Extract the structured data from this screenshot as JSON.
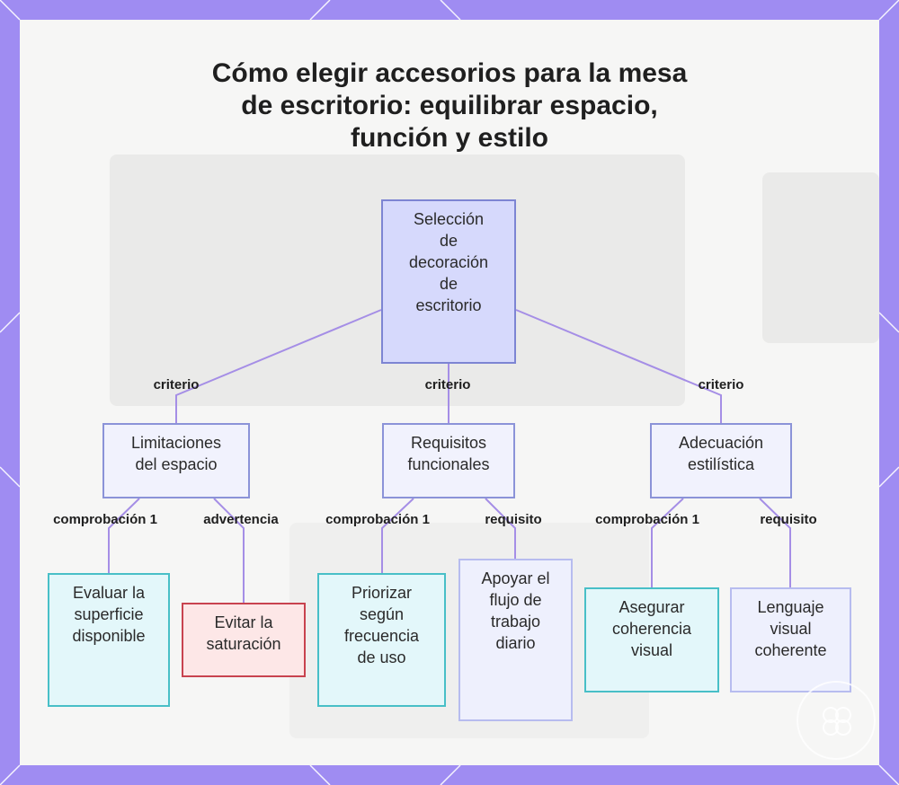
{
  "title": {
    "line1": "Cómo elegir accesorios para la mesa",
    "line2": "de escritorio: equilibrar espacio,",
    "line3": "función y estilo"
  },
  "colors": {
    "frame": "#9f8cf2",
    "connector": "#a58ee6",
    "root_fill": "#d6d9fc",
    "teal_border": "#48bfc7",
    "red_border": "#c8434f"
  },
  "root": {
    "lines": [
      "Selección",
      "de",
      "decoración",
      "de",
      "escritorio"
    ]
  },
  "branches": [
    {
      "edge_label": "criterio",
      "lines": [
        "Limitaciones",
        "del espacio"
      ],
      "children": [
        {
          "edge_label": "comprobación 1",
          "style": "teal",
          "lines": [
            "Evaluar la",
            "superficie",
            "disponible"
          ]
        },
        {
          "edge_label": "advertencia",
          "style": "red",
          "lines": [
            "Evitar la",
            "saturación"
          ]
        }
      ]
    },
    {
      "edge_label": "criterio",
      "lines": [
        "Requisitos",
        "funcionales"
      ],
      "children": [
        {
          "edge_label": "comprobación 1",
          "style": "teal",
          "lines": [
            "Priorizar",
            "según",
            "frecuencia",
            "de uso"
          ]
        },
        {
          "edge_label": "requisito",
          "style": "lavender",
          "lines": [
            "Apoyar el",
            "flujo de",
            "trabajo",
            "diario"
          ]
        }
      ]
    },
    {
      "edge_label": "criterio",
      "lines": [
        "Adecuación",
        "estilística"
      ],
      "children": [
        {
          "edge_label": "comprobación 1",
          "style": "teal",
          "lines": [
            "Asegurar",
            "coherencia",
            "visual"
          ]
        },
        {
          "edge_label": "requisito",
          "style": "lavender",
          "lines": [
            "Lenguaje",
            "visual",
            "coherente"
          ]
        }
      ]
    }
  ],
  "icons": {
    "watermark": "circle-logo-icon"
  }
}
